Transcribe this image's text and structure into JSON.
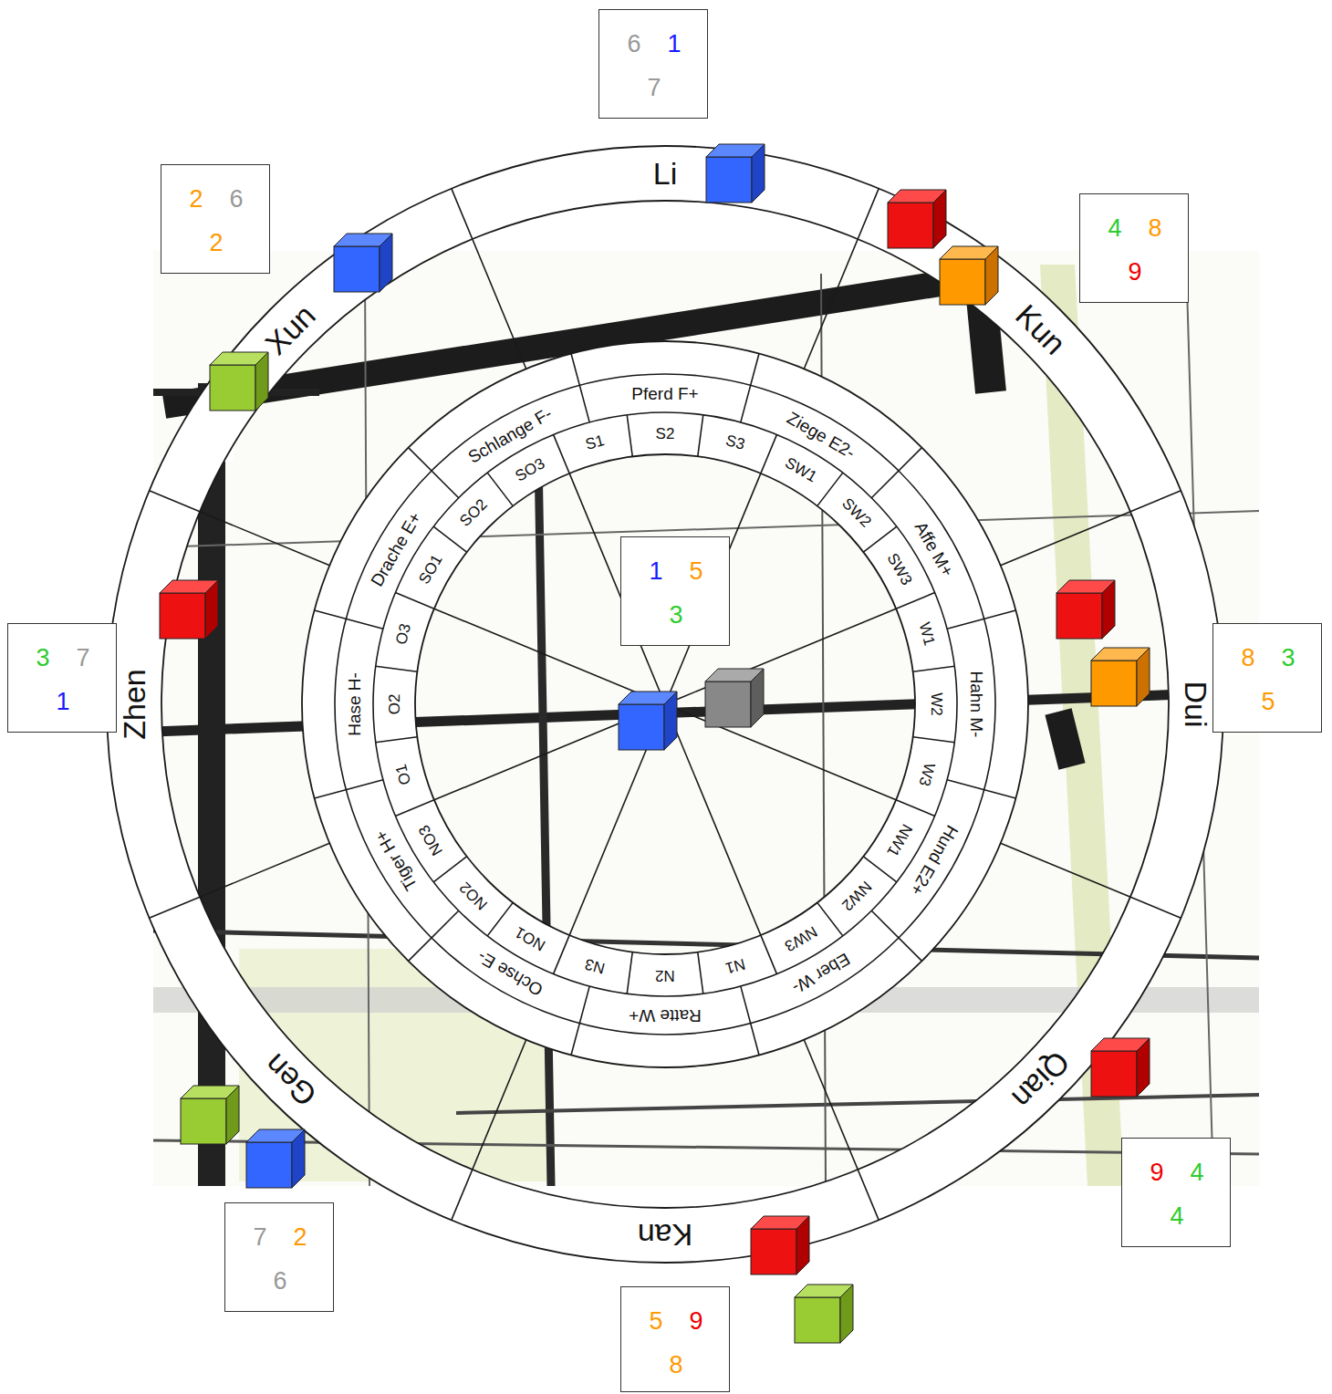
{
  "diagram": {
    "nodes": [
      {
        "text": [
          "6",
          "1",
          "7"
        ]
      },
      {
        "text": [
          "2",
          "6",
          "2"
        ]
      },
      {
        "text": [
          "4",
          "8",
          "9"
        ]
      },
      {
        "text": [
          "3",
          "7",
          "1"
        ]
      },
      {
        "text": [
          "1",
          "5",
          "3"
        ]
      },
      {
        "text": [
          "8",
          "3",
          "5"
        ]
      },
      {
        "text": [
          "9",
          "4",
          "4"
        ]
      },
      {
        "text": [
          "7",
          "2",
          "6"
        ]
      },
      {
        "text": [
          "5",
          "9",
          "8"
        ]
      }
    ],
    "labels": [
      "Li",
      "Kun",
      "Dui",
      "Qian",
      "Kan",
      "Gen",
      "Zhen",
      "Xun",
      "Pferd F+",
      "Ziege E2-",
      "Affe M+",
      "Hahn M-",
      "Hund E2+",
      "Eber W-",
      "Ratte W+",
      "Ochse E-",
      "Tiger H+",
      "Hase H-",
      "Drache E+",
      "Schlange F-",
      "S1",
      "S2",
      "S3",
      "SW1",
      "SW2",
      "SW3",
      "W1",
      "W2",
      "W3",
      "NW1",
      "NW2",
      "NW3",
      "N1",
      "N2",
      "N3",
      "NO1",
      "NO2",
      "NO3",
      "O1",
      "O2",
      "O3",
      "SO1",
      "SO2",
      "SO3"
    ]
  }
}
